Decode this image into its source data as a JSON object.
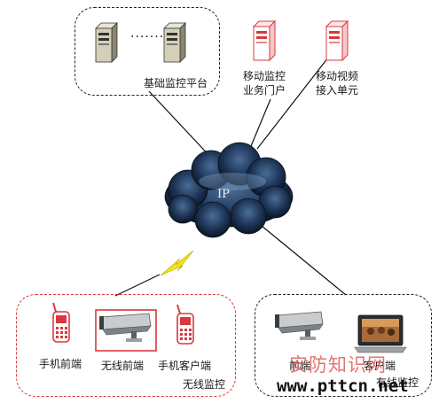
{
  "platform": {
    "label": "基础监控平台",
    "dots": "·······"
  },
  "mobile_service": {
    "line1": "移动监控",
    "line2": "业务门户"
  },
  "mobile_video": {
    "line1": "移动视频",
    "line2": "接入单元"
  },
  "network": {
    "label": "IP"
  },
  "wireless_group": {
    "phone_front": "手机前端",
    "wireless_front": "无线前端",
    "phone_client": "手机客户端",
    "title": "无线监控"
  },
  "wired_group": {
    "front": "前端",
    "client": "客户端",
    "title": "有线监控"
  },
  "watermark": {
    "brand": "安防知识网",
    "url": "www.pttcn.net"
  },
  "colors": {
    "red": "#d8383e",
    "cloud": "#1d3556",
    "bolt": "#f2e21a"
  }
}
